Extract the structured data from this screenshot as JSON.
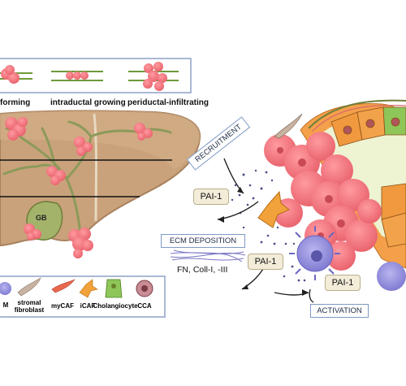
{
  "growth_patterns": {
    "items": [
      {
        "label": "forming"
      },
      {
        "label": "intraductal growing"
      },
      {
        "label": "periductal-infiltrating"
      }
    ]
  },
  "liver": {
    "gb_label": "GB"
  },
  "micro": {
    "recruitment": "RECRUITMENT",
    "pai1": "PAI-1",
    "ecm_deposition": "ECM DEPOSITION",
    "ecm_components": "FN, Coll-I, -III",
    "activation": "ACTIVATION"
  },
  "legend": {
    "items": [
      {
        "label": "M"
      },
      {
        "label": "stromal\nfibroblast"
      },
      {
        "label": "myCAF"
      },
      {
        "label": "iCAF"
      },
      {
        "label": "Cholangiocyte"
      },
      {
        "label": "CCA"
      }
    ]
  },
  "colors": {
    "liver": "#c7a07a",
    "liver_dark": "#a8815e",
    "bile_duct": "#8c9a5a",
    "tumor": "#f07f86",
    "tumor_dark": "#d84f5c",
    "pai_box": "#f3ecd9",
    "callout_border": "#7f9ac6",
    "macrophage": "#8a86d8",
    "cholangiocyte": "#8fc65a",
    "icaf": "#f2a23a"
  }
}
